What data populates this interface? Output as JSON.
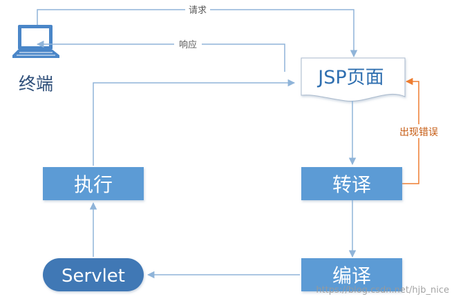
{
  "nodes": {
    "terminal": {
      "label": "终端"
    },
    "jsp_page": {
      "label": "JSP页面"
    },
    "execute": {
      "label": "执行"
    },
    "translate": {
      "label": "转译"
    },
    "compile": {
      "label": "编译"
    },
    "servlet": {
      "label": "Servlet"
    }
  },
  "edges": {
    "request": {
      "label": "请求"
    },
    "response": {
      "label": "响应"
    },
    "error": {
      "label": "出现错误"
    }
  },
  "watermark": {
    "text": "https://blog.csdn.net/hjb_nice"
  },
  "colors": {
    "box_fill": "#5b9bd5",
    "box_text": "#ffffff",
    "arrow": "#8fb4d9",
    "error_arrow": "#ed7d31",
    "label_text": "#5a5a5a",
    "error_text": "#c55a11",
    "monitor": "#4a86c8"
  }
}
